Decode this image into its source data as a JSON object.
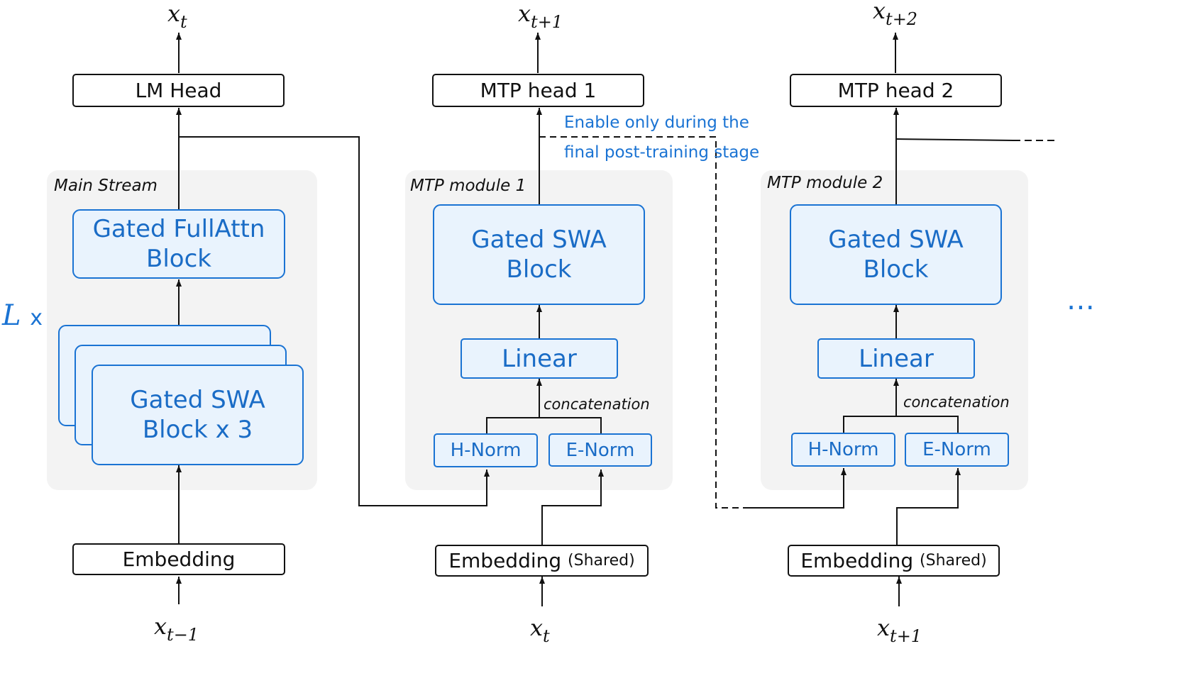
{
  "outputs": {
    "main": {
      "base": "x",
      "sub": "t"
    },
    "mtp1": {
      "base": "x",
      "sub": "t+1"
    },
    "mtp2": {
      "base": "x",
      "sub": "t+2"
    }
  },
  "inputs": {
    "main": {
      "base": "x",
      "sub": "t−1"
    },
    "mtp1": {
      "base": "x",
      "sub": "t"
    },
    "mtp2": {
      "base": "x",
      "sub": "t+1"
    }
  },
  "heads": {
    "main": "LM Head",
    "mtp1": "MTP head 1",
    "mtp2": "MTP head 2"
  },
  "panels": {
    "main": "Main Stream",
    "mtp1": "MTP module 1",
    "mtp2": "MTP module 2"
  },
  "blocks": {
    "full_attn": [
      "Gated FullAttn",
      "Block"
    ],
    "swa_stack": [
      "Gated SWA",
      "Block x 3"
    ],
    "swa_mtp1": [
      "Gated SWA",
      "Block"
    ],
    "swa_mtp2": [
      "Gated SWA",
      "Block"
    ]
  },
  "linear": {
    "mtp1": "Linear",
    "mtp2": "Linear"
  },
  "norms": {
    "h": "H-Norm",
    "e": "E-Norm"
  },
  "concat_label": "concatenation",
  "embedding": {
    "main": "Embedding",
    "shared": "Embedding",
    "shared_tag": "(Shared)"
  },
  "note": [
    "Enable only during the",
    "final post-training  stage"
  ],
  "repeat_label": {
    "symbol": "L",
    "times": "x"
  },
  "ellipsis": "⋯",
  "colors": {
    "accent": "#1a73d3",
    "block_fill": "#e9f3fd",
    "panel_fill": "#f3f3f3",
    "line": "#111111"
  }
}
